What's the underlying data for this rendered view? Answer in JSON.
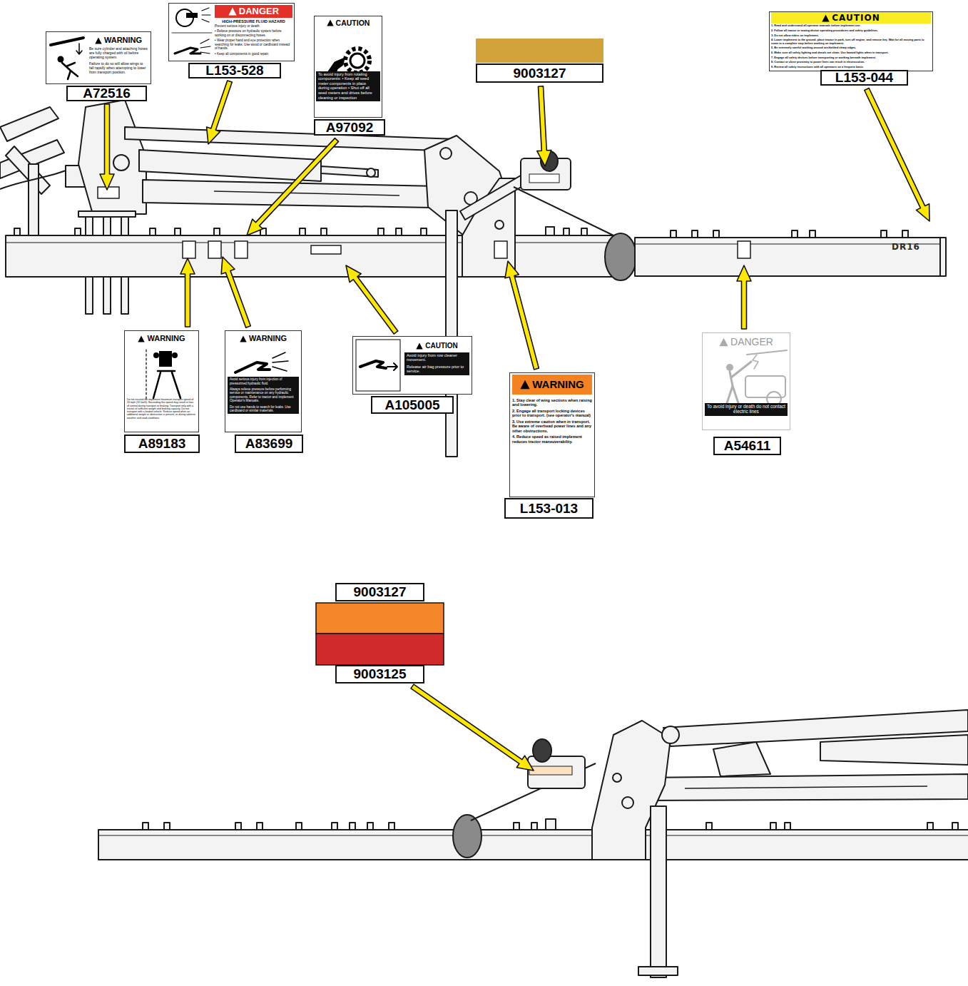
{
  "diagram": {
    "nodes": [
      {
        "text": [
          "WARNING",
          "Be sure cylinder and attaching hoses are fully charged with oil before operating system.",
          "Failure to do so will allow wings to fall rapidly when attempting to lower from transport position."
        ]
      },
      {
        "text": [
          "DANGER",
          "HIGH-PRESSURE FLUID HAZARD",
          "Prevent serious injury or death:",
          "• Relieve pressure on hydraulic system before working on or disconnecting hoses.",
          "• Wear proper hand and eye protection when searching for leaks. Use wood or cardboard instead of hands.",
          "• Keep all components in good repair."
        ]
      },
      {
        "text": [
          "CAUTION",
          "To avoid injury from rotating components: • Keep all seed meter components in place during operation • Shut off all seed meters and drives before cleaning or inspection"
        ]
      },
      {
        "text": [
          "CAUTION",
          "1. Read and understand all operator manuals before implement use.",
          "2. Follow all tractor or towing device operating procedures and safety guidelines.",
          "3. Do not allow riders on implement.",
          "4. Lower implement to the ground, place tractor in park, turn off engine, and remove key. Wait for all moving parts to come to a complete stop before working on implement.",
          "5. Be extremely careful working around unshielded sharp edges.",
          "6. Make sure all safety lighting and decals are clean. Use hazard lights when in transport.",
          "7. Engage all safety devices before transporting or working beneath implement.",
          "8. Contact or close proximity to power lines can result in electrocution.",
          "9. Review all safety instructions with all operators on a frequent basis."
        ]
      },
      {
        "text": [
          "WARNING",
          "Do not exceed the implement maximum transport speed of 20 mph (32 km/h). Exceeding this speed may result in loss of control during transport or braking. Transport only with a tractor of sufficient weight and braking capacity. Do not transport with a loaded vehicle. Reduce speed when an additional weight or obstruction is present, or during adverse weather and road conditions."
        ]
      },
      {
        "text": [
          "WARNING",
          "Avoid serious injury from injection of pressurized hydraulic fluid.",
          "Always relieve pressure before performing service or maintenance on any hydraulic components. Refer to tractor and implement Operator's Manuals.",
          "Do not use hands to search for leaks. Use cardboard or similar materials."
        ]
      },
      {
        "text": [
          "CAUTION",
          "Avoid injury from row cleaner movement.",
          "Release air bag pressure prior to service."
        ]
      },
      {
        "text": [
          "WARNING",
          "1. Stay clear of wing sections when raising and lowering.",
          "2. Engage all transport locking devices prior to transport. (see operator's manual)",
          "3. Use extreme caution when in transport. Be aware of overhead power lines and any other obstructions.",
          "4. Reduce speed as raised implement reduces tractor maneuverability."
        ]
      },
      {
        "text": [
          "DANGER",
          "To avoid injury or death do not contact electric lines"
        ]
      }
    ],
    "labels": [
      "A72516",
      "L153-528",
      "A97092",
      "9003127",
      "L153-044",
      "A89183",
      "A83699",
      "A105005",
      "L153-013",
      "A54611",
      "DR16",
      "9003127",
      "9003125"
    ]
  }
}
